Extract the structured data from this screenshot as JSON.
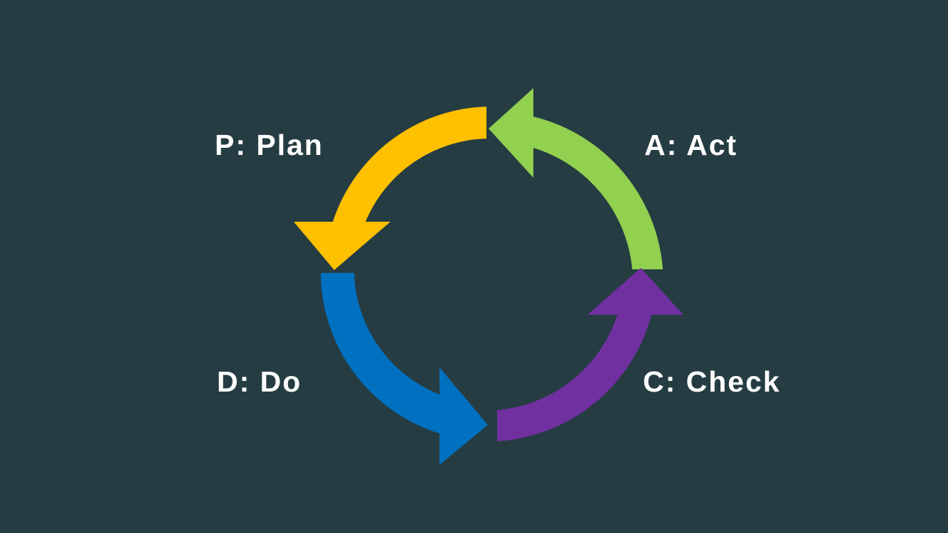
{
  "cycle": {
    "steps": [
      {
        "label": "P: Plan",
        "color": "#ffc000"
      },
      {
        "label": "D: Do",
        "color": "#0070c0"
      },
      {
        "label": "C: Check",
        "color": "#7030a0"
      },
      {
        "label": "A: Act",
        "color": "#92d050"
      }
    ]
  },
  "background_color": "#253c42"
}
